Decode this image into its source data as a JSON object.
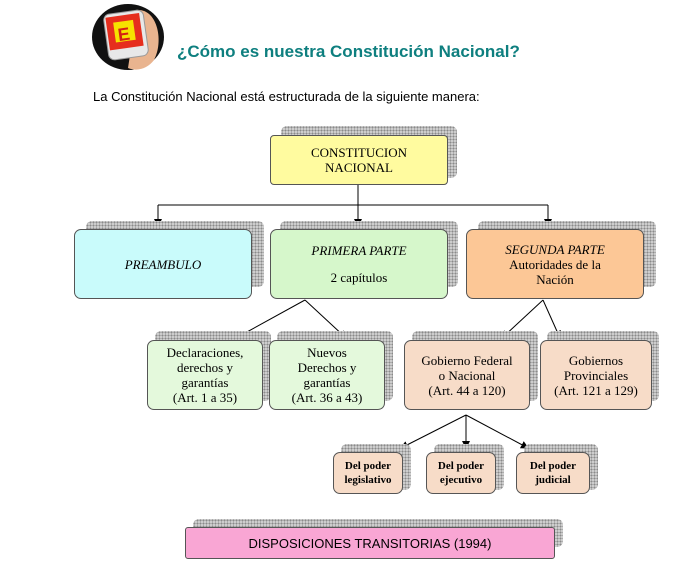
{
  "header": {
    "title": "¿Cómo es nuestra Constitución Nacional?",
    "intro": "La Constitución Nacional está estructurada de la siguiente manera:",
    "logo_letter": "E"
  },
  "diagram": {
    "root": {
      "line1": "CONSTITUCION",
      "line2": "NACIONAL"
    },
    "preambulo": {
      "title": "PREAMBULO"
    },
    "primera": {
      "title": "PRIMERA PARTE",
      "sub": "2 capítulos"
    },
    "segunda": {
      "title": "SEGUNDA PARTE",
      "sub1": "Autoridades de la",
      "sub2": "Nación"
    },
    "declaraciones": {
      "l1": "Declaraciones,",
      "l2": "derechos y",
      "l3": "garantías",
      "l4": "(Art. 1 a 35)"
    },
    "nuevos": {
      "l1": "Nuevos",
      "l2": "Derechos y",
      "l3": "garantías",
      "l4": "(Art. 36 a 43)"
    },
    "gobierno_federal": {
      "l1": "Gobierno Federal",
      "l2": "o Nacional",
      "l3": "(Art. 44 a 120)"
    },
    "gobiernos_provinciales": {
      "l1": "Gobiernos",
      "l2": "Provinciales",
      "l3": "(Art. 121 a 129)"
    },
    "legislativo": {
      "l1": "Del poder",
      "l2": "legislativo"
    },
    "ejecutivo": {
      "l1": "Del poder",
      "l2": "ejecutivo"
    },
    "judicial": {
      "l1": "Del poder",
      "l2": "judicial"
    },
    "transitorias": {
      "label": "DISPOSICIONES TRANSITORIAS (1994)"
    }
  },
  "colors": {
    "title": "#0e7f7f",
    "root": "#fffb9f",
    "preambulo": "#c9fbfb",
    "primera": "#d6f7cb",
    "segunda": "#fcc796",
    "transitorias": "#f9a6d4"
  }
}
